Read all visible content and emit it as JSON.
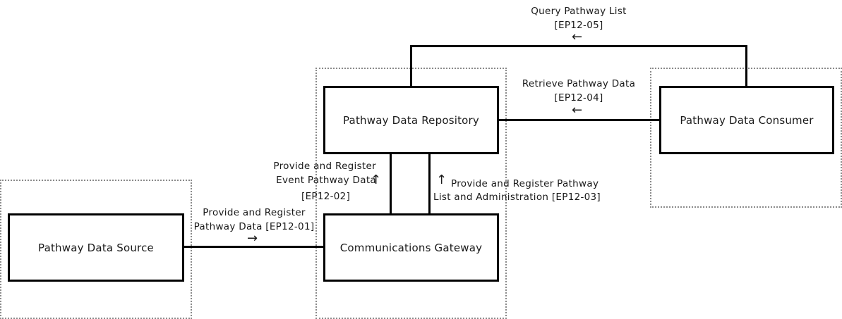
{
  "boxes": {
    "repository": "Pathway Data Repository",
    "consumer": "Pathway Data Consumer",
    "source": "Pathway Data Source",
    "gateway": "Communications Gateway"
  },
  "flows": {
    "ep05": {
      "line1": "Query Pathway List",
      "line2": "[EP12-05]",
      "arrow": "←"
    },
    "ep04": {
      "line1": "Retrieve Pathway Data",
      "line2": "[EP12-04]",
      "arrow": "←"
    },
    "ep02": {
      "line1": "Provide and Register",
      "line2": "Event Pathway Data",
      "line3": "[EP12-02]",
      "arrow": "↑"
    },
    "ep03": {
      "line1": "Provide and Register Pathway",
      "line2": "List and Administration [EP12-03]",
      "arrow": "↑"
    },
    "ep01": {
      "line1": "Provide and Register",
      "line2": "Pathway Data [EP12-01]",
      "arrow": "→"
    }
  }
}
